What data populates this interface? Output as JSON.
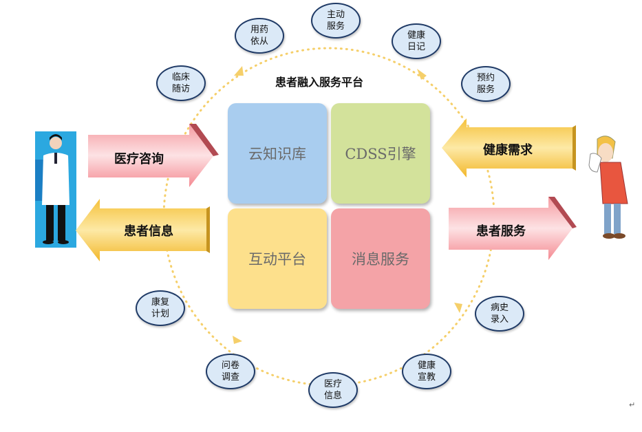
{
  "platform_title": "患者融入服务平台",
  "quadrants": [
    {
      "label": "云知识库",
      "color": "#a9cdef"
    },
    {
      "label": "CDSS引擎",
      "color": "#d3e29b"
    },
    {
      "label": "互动平台",
      "color": "#fde08c"
    },
    {
      "label": "消息服务",
      "color": "#f4a3a7"
    }
  ],
  "arrows": {
    "medical_consult": "医疗咨询",
    "patient_info": "患者信息",
    "health_needs": "健康需求",
    "patient_service": "患者服务"
  },
  "bubbles": [
    {
      "label": "主动\n服务"
    },
    {
      "label": "用药\n依从"
    },
    {
      "label": "健康\n日记"
    },
    {
      "label": "临床\n随访"
    },
    {
      "label": "预约\n服务"
    },
    {
      "label": "康复\n计划"
    },
    {
      "label": "病史\n录入"
    },
    {
      "label": "问卷\n调查"
    },
    {
      "label": "健康\n宣教"
    },
    {
      "label": "医疗\n信息"
    }
  ],
  "paragraph_mark": "↵"
}
